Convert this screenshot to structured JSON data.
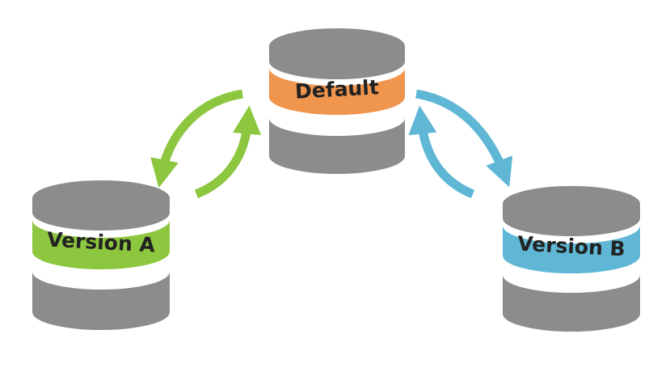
{
  "diagram": {
    "nodes": [
      {
        "id": "default",
        "label": "Default",
        "color": "#f0954e"
      },
      {
        "id": "version-a",
        "label": "Version A",
        "color": "#8dc63f"
      },
      {
        "id": "version-b",
        "label": "Version B",
        "color": "#5fb7d5"
      }
    ],
    "edges": [
      {
        "from": "default",
        "to": "version-a",
        "color": "#8dc63f"
      },
      {
        "from": "version-a",
        "to": "default",
        "color": "#8dc63f"
      },
      {
        "from": "default",
        "to": "version-b",
        "color": "#5fb7d5"
      },
      {
        "from": "version-b",
        "to": "default",
        "color": "#5fb7d5"
      }
    ],
    "db_body_color": "#8c8c8c",
    "db_top_color": "#8c8c8c"
  }
}
